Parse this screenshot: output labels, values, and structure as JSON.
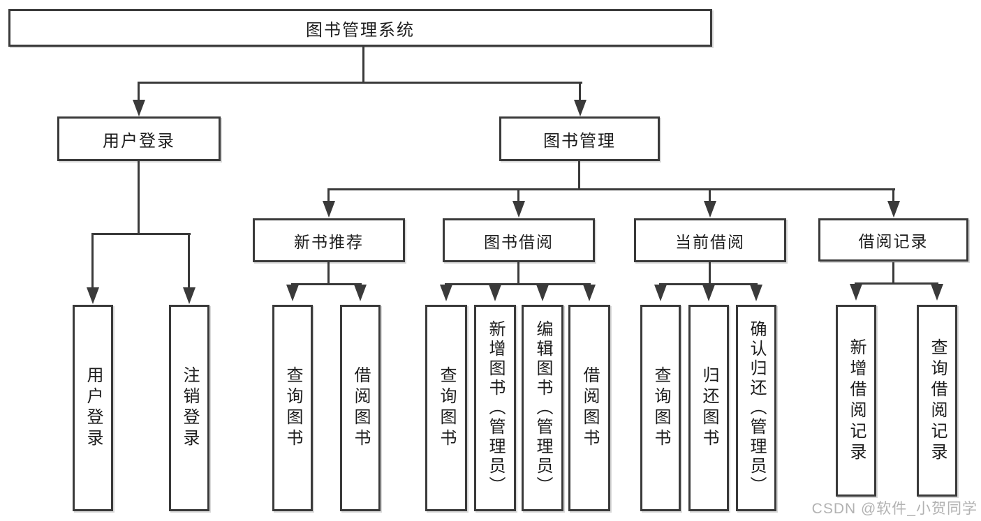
{
  "title": "图书管理系统",
  "level2": {
    "user_login": "用户登录",
    "book_mgmt": "图书管理"
  },
  "level3": {
    "new_books": "新书推荐",
    "book_borrow": "图书借阅",
    "current_borrow": "当前借阅",
    "borrow_records": "借阅记录"
  },
  "leaves": {
    "login": "用户登录",
    "logout": "注销登录",
    "nb_query": "查询图书",
    "nb_borrow": "借阅图书",
    "bb_query": "查询图书",
    "bb_add": "新增图书（管理员）",
    "bb_edit": "编辑图书（管理员）",
    "bb_borrow": "借阅图书",
    "cb_query": "查询图书",
    "cb_return": "归还图书",
    "cb_confirm": "确认归还（管理员）",
    "br_add": "新增借阅记录",
    "br_query": "查询借阅记录"
  },
  "watermark": "CSDN @软件_小贺同学",
  "colors": {
    "line": "#3a3a3a",
    "text": "#1d1d1d",
    "watermark": "#b2b2b2",
    "background": "#ffffff"
  }
}
